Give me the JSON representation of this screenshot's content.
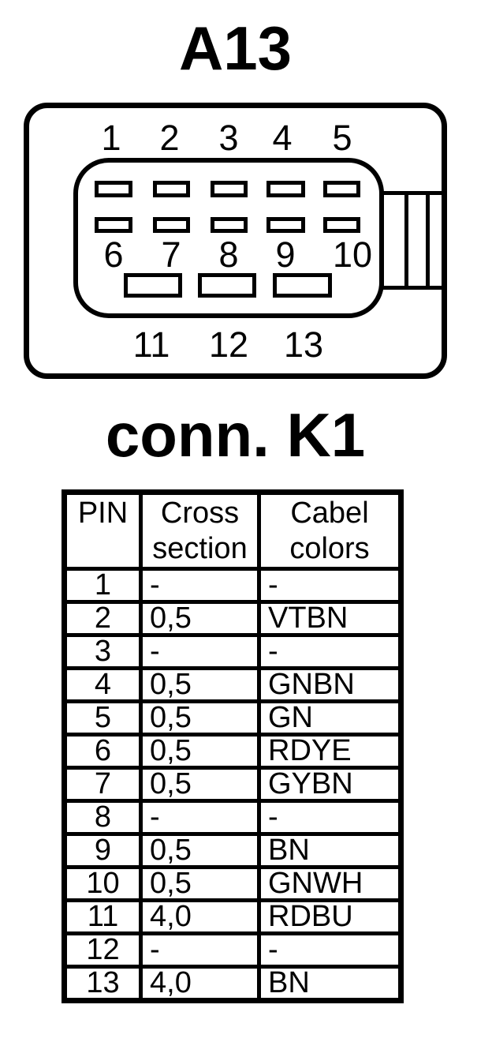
{
  "page": {
    "connector_id": "A13",
    "connector_name": "conn. K1"
  },
  "colors": {
    "ink": "#000000",
    "background": "#ffffff"
  },
  "connector": {
    "top_row_labels": [
      "1",
      "2",
      "3",
      "4",
      "5"
    ],
    "middle_row_labels": [
      "6",
      "7",
      "8",
      "9",
      "10"
    ],
    "bottom_row_labels": [
      "11",
      "12",
      "13"
    ]
  },
  "table": {
    "headers": [
      "PIN",
      "Cross section",
      "Cabel colors"
    ],
    "rows": [
      [
        "1",
        "-",
        "-"
      ],
      [
        "2",
        "0,5",
        "VTBN"
      ],
      [
        "3",
        "-",
        "-"
      ],
      [
        "4",
        "0,5",
        "GNBN"
      ],
      [
        "5",
        "0,5",
        "GN"
      ],
      [
        "6",
        "0,5",
        "RDYE"
      ],
      [
        "7",
        "0,5",
        "GYBN"
      ],
      [
        "8",
        "-",
        "-"
      ],
      [
        "9",
        "0,5",
        "BN"
      ],
      [
        "10",
        "0,5",
        "GNWH"
      ],
      [
        "11",
        "4,0",
        "RDBU"
      ],
      [
        "12",
        "-",
        "-"
      ],
      [
        "13",
        "4,0",
        "BN"
      ]
    ]
  }
}
